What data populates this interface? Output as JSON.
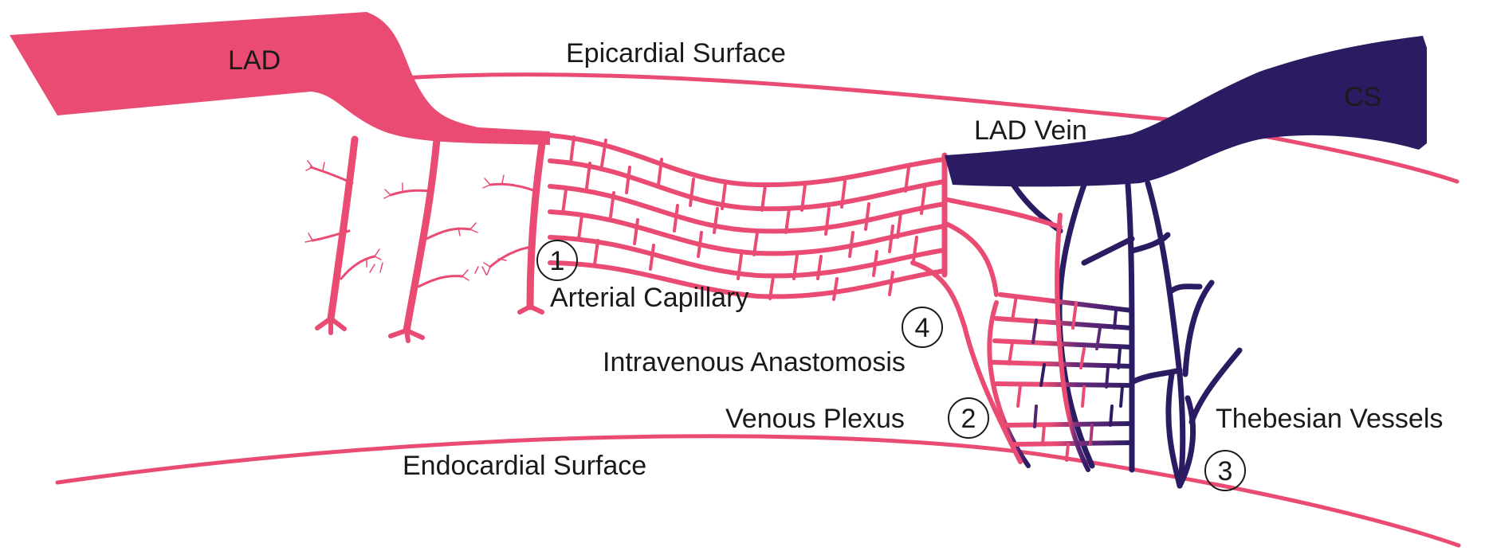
{
  "colors": {
    "artery": "#e94b72",
    "vein": "#2b1b63",
    "text": "#1a1a1a",
    "background": "#ffffff"
  },
  "labels": {
    "lad": "LAD",
    "cs": "CS",
    "lad_vein": "LAD Vein",
    "epicardial_surface": "Epicardial Surface",
    "endocardial_surface": "Endocardial Surface",
    "arterial_capillary": "Arterial Capillary",
    "intravenous_anastomosis": "Intravenous Anastomosis",
    "venous_plexus": "Venous Plexus",
    "thebesian_vessels": "Thebesian Vessels"
  },
  "markers": {
    "m1": "1",
    "m2": "2",
    "m3": "3",
    "m4": "4"
  }
}
